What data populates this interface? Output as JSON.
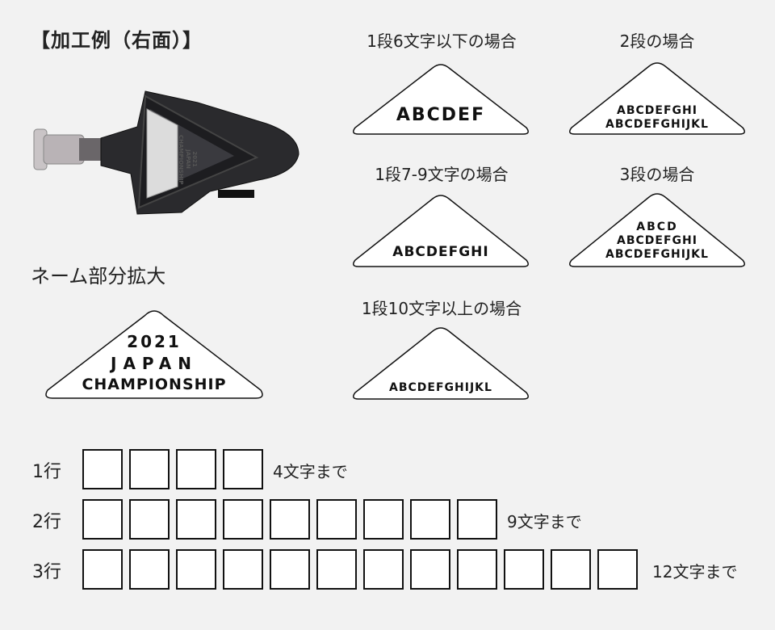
{
  "header": {
    "title": "【加工例（右面）】"
  },
  "zoom_label": "ネーム部分拡大",
  "zoom_stamp": {
    "lines": [
      "2021",
      "JAPAN",
      "CHAMPIONSHIP"
    ]
  },
  "product_stamp_lines": [
    "2021",
    "JAPAN",
    "CHAMPIONSHIP"
  ],
  "examples": [
    {
      "caption": "1段6文字以下の場合",
      "lines": [
        "ABCDEF"
      ]
    },
    {
      "caption": "2段の場合",
      "lines": [
        "ABCDEFGHI",
        "ABCDEFGHIJKL"
      ]
    },
    {
      "caption": "1段7-9文字の場合",
      "lines": [
        "ABCDEFGHI"
      ]
    },
    {
      "caption": "3段の場合",
      "lines": [
        "ABCD",
        "ABCDEFGHI",
        "ABCDEFGHIJKL"
      ]
    },
    {
      "caption": "1段10文字以上の場合",
      "lines": [
        "ABCDEFGHIJKL"
      ]
    }
  ],
  "rows": [
    {
      "label": "1行",
      "cells": 4,
      "limit": "4文字まで"
    },
    {
      "label": "2行",
      "cells": 9,
      "limit": "9文字まで"
    },
    {
      "label": "3行",
      "cells": 12,
      "limit": "12文字まで"
    }
  ]
}
